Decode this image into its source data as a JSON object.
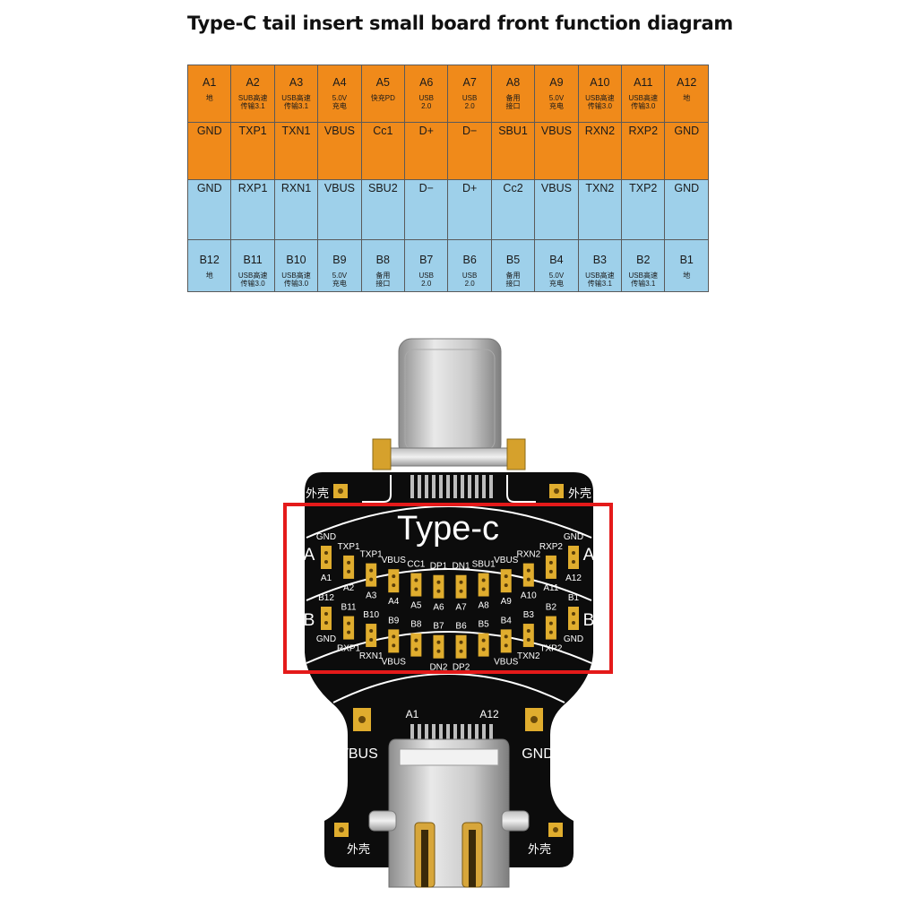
{
  "title": "Type-C tail insert small board front function diagram",
  "table": {
    "a_pins": [
      {
        "id": "A1",
        "desc": "地",
        "signal": "GND"
      },
      {
        "id": "A2",
        "desc": "SUB高速\n传输3.1",
        "signal": "TXP1"
      },
      {
        "id": "A3",
        "desc": "USB高速\n传输3.1",
        "signal": "TXN1"
      },
      {
        "id": "A4",
        "desc": "5.0V\n充电",
        "signal": "VBUS"
      },
      {
        "id": "A5",
        "desc": "快充PD",
        "signal": "Cc1"
      },
      {
        "id": "A6",
        "desc": "USB\n2.0",
        "signal": "D+"
      },
      {
        "id": "A7",
        "desc": "USB\n2.0",
        "signal": "D−"
      },
      {
        "id": "A8",
        "desc": "备用\n接口",
        "signal": "SBU1"
      },
      {
        "id": "A9",
        "desc": "5.0V\n充电",
        "signal": "VBUS"
      },
      {
        "id": "A10",
        "desc": "USB高速\n传输3.0",
        "signal": "RXN2"
      },
      {
        "id": "A11",
        "desc": "USB高速\n传输3.0",
        "signal": "RXP2"
      },
      {
        "id": "A12",
        "desc": "地",
        "signal": "GND"
      }
    ],
    "b_pins": [
      {
        "id": "B12",
        "desc": "地",
        "signal": "GND"
      },
      {
        "id": "B11",
        "desc": "USB高速\n传输3.0",
        "signal": "RXP1"
      },
      {
        "id": "B10",
        "desc": "USB高速\n传输3.0",
        "signal": "RXN1"
      },
      {
        "id": "B9",
        "desc": "5.0V\n充电",
        "signal": "VBUS"
      },
      {
        "id": "B8",
        "desc": "备用\n接口",
        "signal": "SBU2"
      },
      {
        "id": "B7",
        "desc": "USB\n2.0",
        "signal": "D−"
      },
      {
        "id": "B6",
        "desc": "USB\n2.0",
        "signal": "D+"
      },
      {
        "id": "B5",
        "desc": "备用\n接口",
        "signal": "Cc2"
      },
      {
        "id": "B4",
        "desc": "5.0V\n充电",
        "signal": "VBUS"
      },
      {
        "id": "B3",
        "desc": "USB高速\n传输3.1",
        "signal": "TXN2"
      },
      {
        "id": "B2",
        "desc": "USB高速\n传输3.1",
        "signal": "TXP2"
      },
      {
        "id": "B1",
        "desc": "地",
        "signal": "GND"
      }
    ]
  },
  "board": {
    "title": "Type-c",
    "row_a_letter": "A",
    "row_b_letter": "B",
    "shell_label": "外壳",
    "a_pads": [
      {
        "pin": "A1",
        "signal": "GND"
      },
      {
        "pin": "A2",
        "signal": "TXP1"
      },
      {
        "pin": "A3",
        "signal": "TXP1"
      },
      {
        "pin": "A4",
        "signal": "VBUS"
      },
      {
        "pin": "A5",
        "signal": "CC1"
      },
      {
        "pin": "A6",
        "signal": "DP1"
      },
      {
        "pin": "A7",
        "signal": "DN1"
      },
      {
        "pin": "A8",
        "signal": "SBU1"
      },
      {
        "pin": "A9",
        "signal": "VBUS"
      },
      {
        "pin": "A10",
        "signal": "RXN2"
      },
      {
        "pin": "A11",
        "signal": "RXP2"
      },
      {
        "pin": "A12",
        "signal": "GND"
      }
    ],
    "b_pads": [
      {
        "pin": "B12",
        "signal": "GND"
      },
      {
        "pin": "B11",
        "signal": "RXP1"
      },
      {
        "pin": "B10",
        "signal": "RXN1"
      },
      {
        "pin": "B9",
        "signal": "VBUS"
      },
      {
        "pin": "B8",
        "signal": ""
      },
      {
        "pin": "B7",
        "signal": "DN2"
      },
      {
        "pin": "B6",
        "signal": "DP2"
      },
      {
        "pin": "B5",
        "signal": ""
      },
      {
        "pin": "B4",
        "signal": "VBUS"
      },
      {
        "pin": "B3",
        "signal": "TXN2"
      },
      {
        "pin": "B2",
        "signal": "TXP2"
      },
      {
        "pin": "B1",
        "signal": "GND"
      }
    ],
    "connector_left_label": "A1",
    "connector_right_label": "A12",
    "vbus_label": "VBUS",
    "gnd_label": "GND"
  },
  "colors": {
    "orange": "#f08a1a",
    "blue": "#9ed0ea",
    "pcb": "#0c0c0c",
    "gold": "#e0ad2e",
    "highlight": "#e41a1a"
  }
}
